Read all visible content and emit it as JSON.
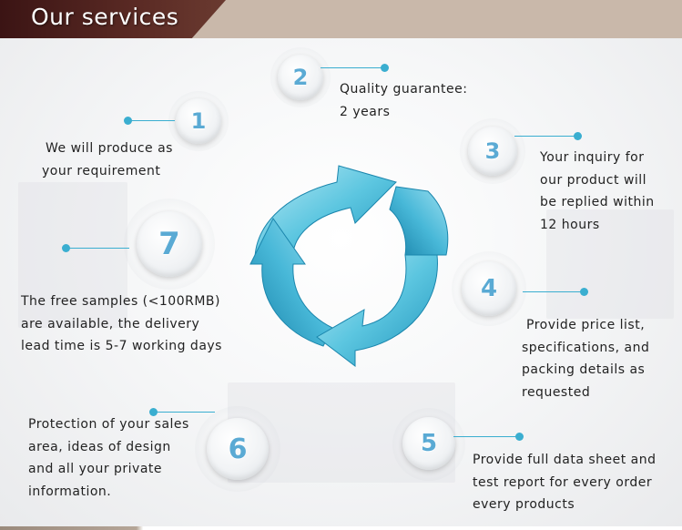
{
  "header": {
    "title": "Our services"
  },
  "colors": {
    "accent": "#3aaed0",
    "number": "#5aaad4",
    "header_bg": "#c9b8aa",
    "header_tab": "#4a1e1a"
  },
  "icons": {
    "center": "cycle-arrows-icon"
  },
  "services": [
    {
      "number": "1",
      "lines": [
        "We will produce as",
        "your requirement"
      ]
    },
    {
      "number": "2",
      "lines": [
        "Quality guarantee:",
        "2 years"
      ]
    },
    {
      "number": "3",
      "lines": [
        "Your inquiry for",
        "our product will",
        "be replied within",
        "12 hours"
      ]
    },
    {
      "number": "4",
      "lines": [
        "Provide price list,",
        "specifications, and",
        "packing details as",
        "requested"
      ]
    },
    {
      "number": "5",
      "lines": [
        "Provide full data sheet and",
        "test report for every order",
        "every products"
      ]
    },
    {
      "number": "6",
      "lines": [
        "Protection of your sales",
        "area, ideas of design",
        "and all your private",
        "information."
      ]
    },
    {
      "number": "7",
      "lines": [
        "The free samples (<100RMB)",
        "are available, the delivery",
        "lead time is 5-7 working days"
      ]
    }
  ]
}
